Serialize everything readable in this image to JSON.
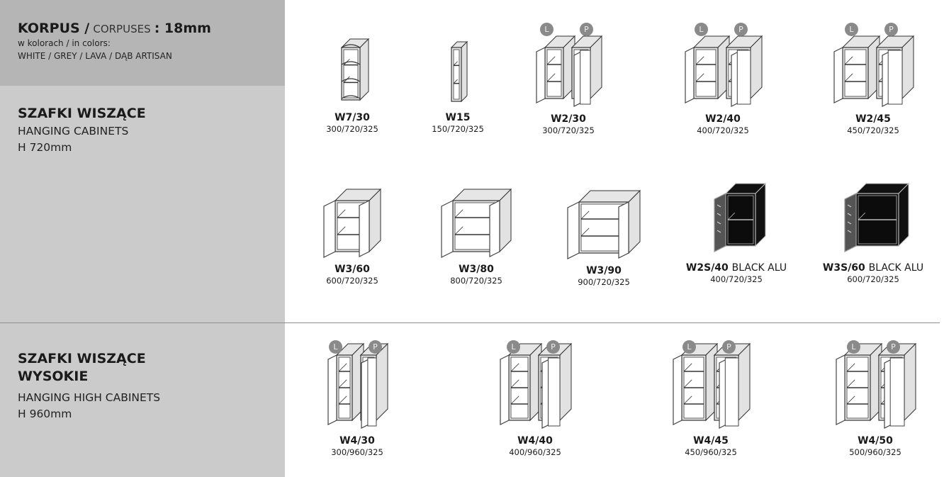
{
  "header": {
    "title_bold": "KORPUS /",
    "title_light": "CORPUSES",
    "title_suffix": ": 18mm",
    "colors_label": "w kolorach / in colors:",
    "colors": "WHITE / GREY / LAVA / DĄB ARTISAN"
  },
  "sections": [
    {
      "title": "SZAFKI WISZĄCE",
      "subtitle": "HANGING CABINETS",
      "height": "H 720mm"
    },
    {
      "title_line1": "SZAFKI WISZĄCE",
      "title_line2": "WYSOKIE",
      "subtitle": "HANGING HIGH CABINETS",
      "height": "H 960mm"
    }
  ],
  "badge_labels": {
    "left": "L",
    "right": "P"
  },
  "products": [
    {
      "code": "W7/30",
      "dims": "300/720/325",
      "type": "corner"
    },
    {
      "code": "W15",
      "dims": "150/720/325",
      "type": "narrow"
    },
    {
      "code": "W2/30",
      "dims": "300/720/325",
      "type": "pair",
      "badges": true
    },
    {
      "code": "W2/40",
      "dims": "400/720/325",
      "type": "pair",
      "badges": true
    },
    {
      "code": "W2/45",
      "dims": "450/720/325",
      "type": "pair",
      "badges": true
    },
    {
      "code": "W3/60",
      "dims": "600/720/325",
      "type": "single"
    },
    {
      "code": "W3/80",
      "dims": "800/720/325",
      "type": "single"
    },
    {
      "code": "W3/90",
      "dims": "900/720/325",
      "type": "single"
    },
    {
      "code": "W2S/40",
      "suffix": "BLACK ALU",
      "dims": "400/720/325",
      "type": "dark"
    },
    {
      "code": "W3S/60",
      "suffix": "BLACK ALU",
      "dims": "600/720/325",
      "type": "dark"
    },
    {
      "code": "W4/30",
      "dims": "300/960/325",
      "type": "pair-high",
      "badges": true
    },
    {
      "code": "W4/40",
      "dims": "400/960/325",
      "type": "pair-high",
      "badges": true
    },
    {
      "code": "W4/45",
      "dims": "450/960/325",
      "type": "pair-high",
      "badges": true
    },
    {
      "code": "W4/50",
      "dims": "500/960/325",
      "type": "pair-high",
      "badges": true
    }
  ]
}
